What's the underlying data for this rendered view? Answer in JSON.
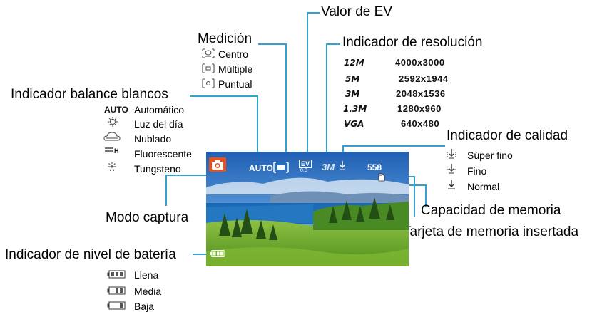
{
  "labels": {
    "ev": "Valor de EV",
    "metering": "Medición",
    "resolution": "Indicador de resolución",
    "white_balance": "Indicador balance blancos",
    "quality": "Indicador de calidad",
    "capture_mode": "Modo captura",
    "memory_capacity": "Capacidad de memoria",
    "memory_card": "Tarjeta de memoria insertada",
    "battery": "Indicador de nivel de batería"
  },
  "metering_items": [
    {
      "icon": "center-metering-icon",
      "label": "Centro"
    },
    {
      "icon": "multi-metering-icon",
      "label": "Múltiple"
    },
    {
      "icon": "spot-metering-icon",
      "label": "Puntual"
    }
  ],
  "resolution_items": [
    {
      "code": "12M",
      "value": "4000x3000"
    },
    {
      "code": "5M",
      "value": "2592x1944"
    },
    {
      "code": "3M",
      "value": "2048x1536"
    },
    {
      "code": "1.3M",
      "value": "1280x960"
    },
    {
      "code": "VGA",
      "value": "640x480"
    }
  ],
  "white_balance_items": [
    {
      "icon": "auto-wb-icon",
      "icon_text": "AUTO",
      "label": "Automático"
    },
    {
      "icon": "daylight-icon",
      "label": "Luz del día"
    },
    {
      "icon": "cloudy-icon",
      "label": "Nublado"
    },
    {
      "icon": "fluorescent-icon",
      "label": "Fluorescente"
    },
    {
      "icon": "tungsten-icon",
      "label": "Tungsteno"
    }
  ],
  "quality_items": [
    {
      "icon": "super-fine-icon",
      "label": "Súper fino"
    },
    {
      "icon": "fine-icon",
      "label": "Fino"
    },
    {
      "icon": "normal-icon",
      "label": "Normal"
    }
  ],
  "battery_items": [
    {
      "icon": "battery-full-icon",
      "label": "Llena"
    },
    {
      "icon": "battery-medium-icon",
      "label": "Media"
    },
    {
      "icon": "battery-low-icon",
      "label": "Baja"
    }
  ],
  "screen": {
    "wb_text": "AUTO",
    "ev_text": "EV",
    "ev_value": "0.0",
    "res_text": "3M",
    "shots_remaining": "558"
  },
  "colors": {
    "callout_line": "#31a3cc",
    "camera_icon": "#e8501c",
    "sky": "#2f7fd0",
    "lake": "#1d6bb7",
    "meadow": "#6fae2c"
  }
}
